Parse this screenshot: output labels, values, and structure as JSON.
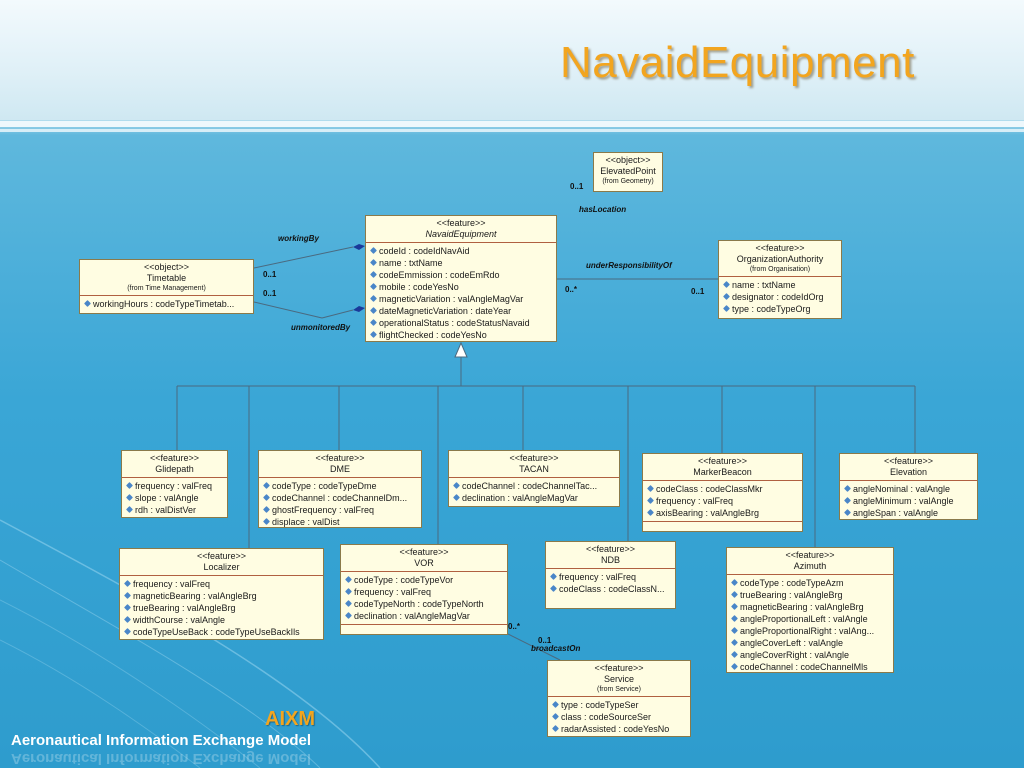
{
  "title": "NavaidEquipment",
  "footer": {
    "brand": "AIXM",
    "subtitle": "Aeronautical Information Exchange Model"
  },
  "colors": {
    "title": "#f2a51f",
    "box_fill": "#fffde2",
    "attr_icon": "#4a86c8",
    "line": "#4a6a80"
  },
  "classes": {
    "elevated_point": {
      "stereotype": "<<object>>",
      "name": "ElevatedPoint",
      "source": "(from Geometry)"
    },
    "navaid_equipment": {
      "stereotype": "<<feature>>",
      "name": "NavaidEquipment",
      "attrs": [
        "codeId : codeIdNavAid",
        "name : txtName",
        "codeEmmission : codeEmRdo",
        "mobile : codeYesNo",
        "magneticVariation : valAngleMagVar",
        "dateMagneticVariation : dateYear",
        "operationalStatus : codeStatusNavaid",
        "flightChecked : codeYesNo"
      ]
    },
    "timetable": {
      "stereotype": "<<object>>",
      "name": "Timetable",
      "source": "(from Time Management)",
      "attrs": [
        "workingHours : codeTypeTimetab..."
      ]
    },
    "organization_authority": {
      "stereotype": "<<feature>>",
      "name": "OrganizationAuthority",
      "source": "(from Organisation)",
      "attrs": [
        "name : txtName",
        "designator : codeIdOrg",
        "type : codeTypeOrg"
      ]
    },
    "glidepath": {
      "stereotype": "<<feature>>",
      "name": "Glidepath",
      "attrs": [
        "frequency : valFreq",
        "slope : valAngle",
        "rdh : valDistVer"
      ]
    },
    "dme": {
      "stereotype": "<<feature>>",
      "name": "DME",
      "attrs": [
        "codeType : codeTypeDme",
        "codeChannel : codeChannelDm...",
        "ghostFrequency : valFreq",
        "displace : valDist"
      ]
    },
    "tacan": {
      "stereotype": "<<feature>>",
      "name": "TACAN",
      "attrs": [
        "codeChannel : codeChannelTac...",
        "declination : valAngleMagVar"
      ]
    },
    "marker_beacon": {
      "stereotype": "<<feature>>",
      "name": "MarkerBeacon",
      "attrs": [
        "codeClass : codeClassMkr",
        "frequency : valFreq",
        "axisBearing : valAngleBrg"
      ]
    },
    "elevation": {
      "stereotype": "<<feature>>",
      "name": "Elevation",
      "attrs": [
        "angleNominal : valAngle",
        "angleMinimum : valAngle",
        "angleSpan : valAngle"
      ]
    },
    "localizer": {
      "stereotype": "<<feature>>",
      "name": "Localizer",
      "attrs": [
        "frequency : valFreq",
        "magneticBearing : valAngleBrg",
        "trueBearing : valAngleBrg",
        "widthCourse : valAngle",
        "codeTypeUseBack : codeTypeUseBackIls"
      ]
    },
    "vor": {
      "stereotype": "<<feature>>",
      "name": "VOR",
      "attrs": [
        "codeType : codeTypeVor",
        "frequency : valFreq",
        "codeTypeNorth : codeTypeNorth",
        "declination : valAngleMagVar"
      ]
    },
    "ndb": {
      "stereotype": "<<feature>>",
      "name": "NDB",
      "attrs": [
        "frequency : valFreq",
        "codeClass : codeClassN..."
      ]
    },
    "azimuth": {
      "stereotype": "<<feature>>",
      "name": "Azimuth",
      "attrs": [
        "codeType : codeTypeAzm",
        "trueBearing : valAngleBrg",
        "magneticBearing : valAngleBrg",
        "angleProportionalLeft : valAngle",
        "angleProportionalRight : valAng...",
        "angleCoverLeft : valAngle",
        "angleCoverRight : valAngle",
        "codeChannel : codeChannelMls"
      ]
    },
    "service": {
      "stereotype": "<<feature>>",
      "name": "Service",
      "source": "(from Service)",
      "attrs": [
        "type : codeTypeSer",
        "class : codeSourceSer",
        "radarAssisted : codeYesNo"
      ]
    }
  },
  "associations": {
    "working_by": "workingBy",
    "unmonitored_by": "unmonitoredBy",
    "has_location": "hasLocation",
    "under_responsibility_of": "underResponsibilityOf",
    "broadcast_on": "broadcastOn"
  },
  "multiplicities": {
    "elevated_point": "0..1",
    "timetable_top": "0..1",
    "timetable_bottom": "0..1",
    "navaid_to_org": "0..*",
    "org": "0..1",
    "vor_service": "0..*",
    "service_vor": "0..1"
  }
}
